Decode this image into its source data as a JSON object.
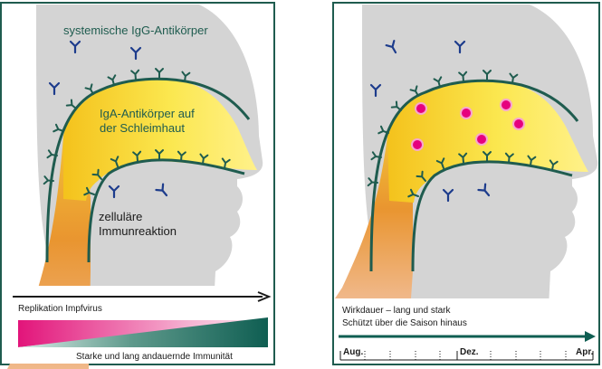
{
  "left_panel": {
    "label_systemic": "systemische IgG-Antikörper",
    "label_iga_line1": "IgA-Antikörper auf",
    "label_iga_line2": "der Schleimhaut",
    "label_cellular_line1": "zelluläre",
    "label_cellular_line2": "Immunreaktion",
    "timeline_label": "Replikation Impfvirus",
    "immunity_label": "Starke und lang andauernde Immunität"
  },
  "right_panel": {
    "duration_line1": "Wirkdauer – lang und stark",
    "duration_line2": "Schützt über die Saison hinaus",
    "months": [
      "Aug.",
      "Dez.",
      "Apr."
    ]
  },
  "colors": {
    "border": "#1f5c4f",
    "head_gray": "#d4d4d4",
    "antibody_blue": "#1d3c8c",
    "antibody_green": "#1f5c4f",
    "text_teal": "#1f5c4f",
    "virus_pink": "#e6007e",
    "mucosa_yellow": "#f9e24a",
    "throat_orange": "#e9902c",
    "triangle_pink": "#e2147a",
    "triangle_teal": "#0f5e52"
  }
}
